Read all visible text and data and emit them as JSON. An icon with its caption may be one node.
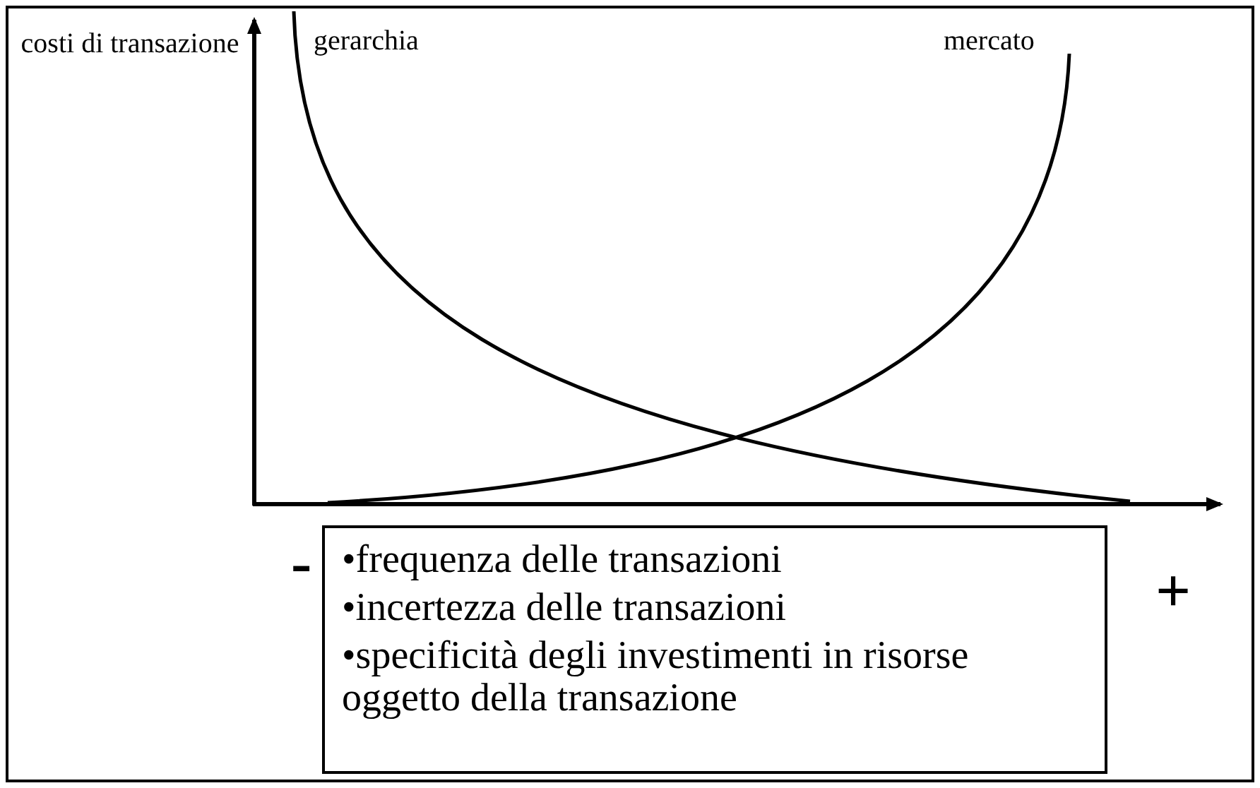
{
  "diagram": {
    "nodes": [
      {
        "text": [
          "•frequenza delle transazioni",
          "•incertezza delle transazioni",
          "•specificità degli investimenti in risorse oggetto della transazione"
        ]
      }
    ],
    "labels": [
      "costi di transazione",
      "gerarchia",
      "mercato",
      "-",
      "+"
    ]
  }
}
